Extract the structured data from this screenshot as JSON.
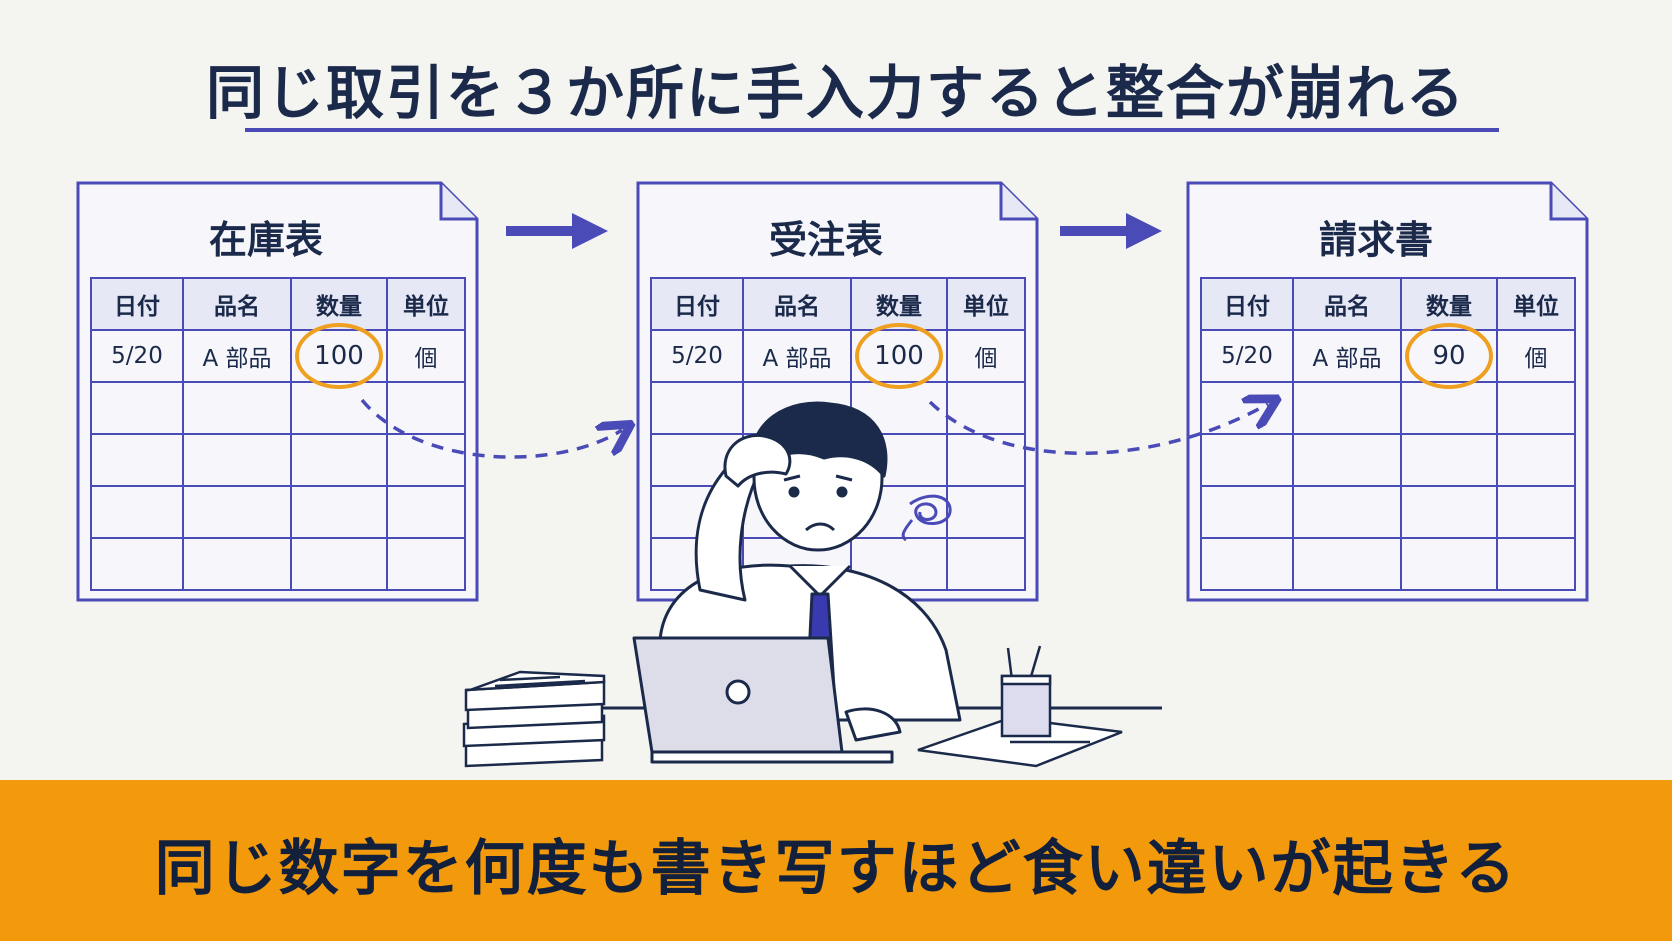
{
  "title": "同じ取引を３か所に手入力すると整合が崩れる",
  "columns": [
    "日付",
    "品名",
    "数量",
    "単位"
  ],
  "documents": [
    {
      "name": "在庫表",
      "row": [
        "5/20",
        "A 部品",
        "100",
        "個"
      ]
    },
    {
      "name": "受注表",
      "row": [
        "5/20",
        "A 部品",
        "100",
        "個"
      ]
    },
    {
      "name": "請求書",
      "row": [
        "5/20",
        "A 部品",
        "90",
        "個"
      ]
    }
  ],
  "banner": "同じ数字を何度も書き写すほど食い違いが起きる",
  "colors": {
    "navy": "#1b2a4a",
    "accent": "#4b4bb8",
    "highlight": "#f0a020",
    "banner": "#f39a0c",
    "background": "#f4f4f1"
  }
}
